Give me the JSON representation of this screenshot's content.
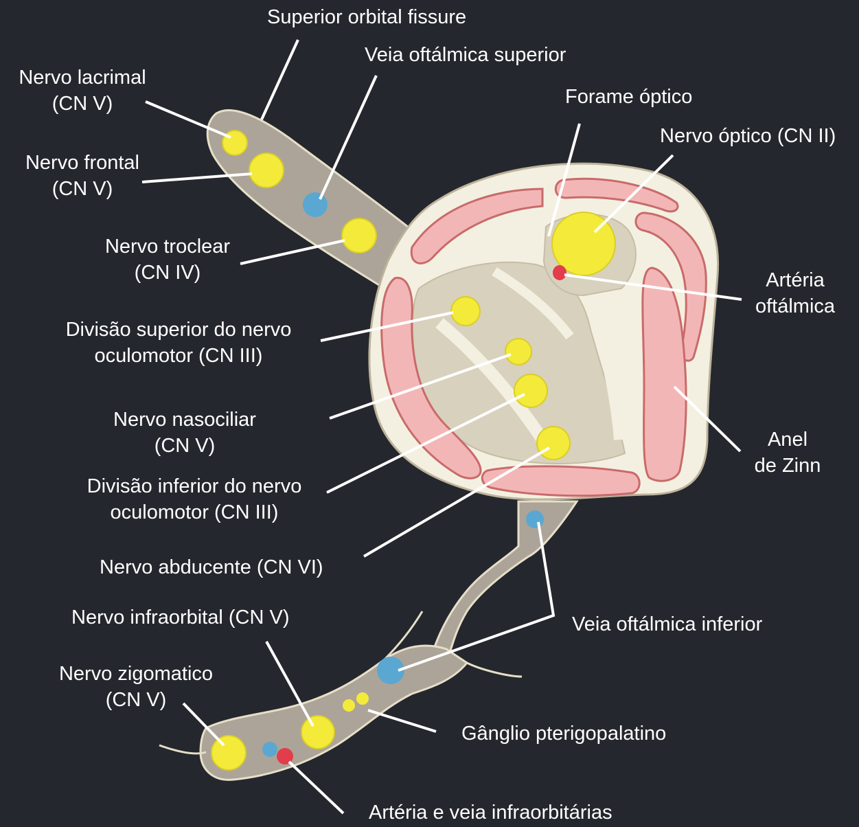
{
  "colors": {
    "background": "#25272e",
    "sheath": "#aca498",
    "ring_fill": "#f3f0e1",
    "muscle": "#f3b6b6",
    "muscle_border": "#c96a6a",
    "inner_region": "#d8d1bd",
    "nerve": "#f4ea3a",
    "vein": "#5aa7d2",
    "artery": "#e23d4a",
    "leader_line": "#ffffff"
  },
  "labels": {
    "superior_orbital_fissure": "Superior orbital fissure",
    "veia_oftalmica_superior": "Veia oftálmica superior",
    "nervo_lacrimal": [
      "Nervo lacrimal",
      "(CN V)"
    ],
    "nervo_frontal": [
      "Nervo frontal",
      "(CN V)"
    ],
    "forame_optico": "Forame óptico",
    "nervo_optico": "Nervo óptico (CN II)",
    "nervo_troclear": [
      "Nervo troclear",
      "(CN IV)"
    ],
    "arteria_oftalmica": [
      "Artéria",
      "oftálmica"
    ],
    "divisao_superior": [
      "Divisão superior do nervo",
      "oculomotor (CN III)"
    ],
    "nervo_nasociliar": [
      "Nervo nasociliar",
      "(CN V)"
    ],
    "anel_de_zinn": [
      "Anel",
      "de Zinn"
    ],
    "divisao_inferior": [
      "Divisão inferior do nervo",
      "oculomotor  (CN III)"
    ],
    "nervo_abducente": "Nervo abducente (CN VI)",
    "nervo_infraorbital": "Nervo infraorbital (CN V)",
    "veia_oftalmica_inferior": "Veia oftálmica inferior",
    "nervo_zigomatico": [
      "Nervo zigomatico",
      "(CN V)"
    ],
    "ganglio_pterigopalatino": "Gânglio pterigopalatino",
    "arteria_veia_infraorbitarias": "Artéria e veia infraorbitárias"
  }
}
